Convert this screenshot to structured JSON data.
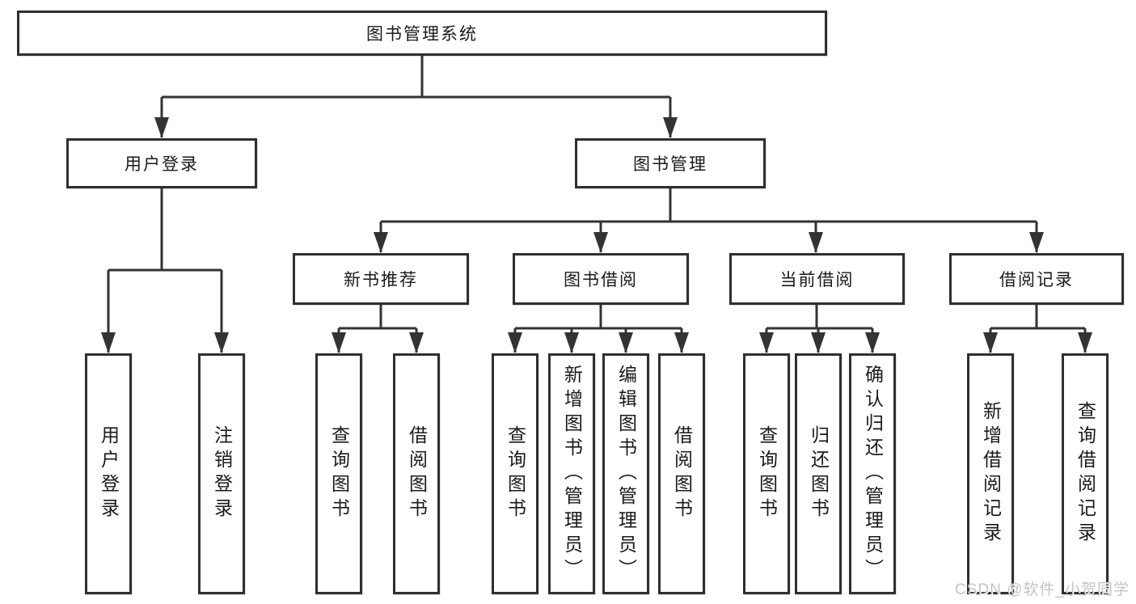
{
  "root": {
    "label": "图书管理系统"
  },
  "level2": {
    "user_login": {
      "label": "用户登录"
    },
    "book_management": {
      "label": "图书管理"
    }
  },
  "level3": {
    "new_book_recommend": {
      "label": "新书推荐"
    },
    "book_borrowing": {
      "label": "图书借阅"
    },
    "current_borrowing": {
      "label": "当前借阅"
    },
    "borrowing_records": {
      "label": "借阅记录"
    }
  },
  "leaves": {
    "user_login": "用户登录",
    "logout": "注销登录",
    "recommend_query_books": "查询图书",
    "recommend_borrow_books": "借阅图书",
    "borrowing_query_books": "查询图书",
    "borrowing_add_books_admin": "新增图书（管理员）",
    "borrowing_edit_books_admin": "编辑图书（管理员）",
    "borrowing_borrow_books": "借阅图书",
    "current_query_books": "查询图书",
    "current_return_books": "归还图书",
    "current_confirm_return_admin": "确认归还（管理员）",
    "records_add_record": "新增借阅记录",
    "records_query_record": "查询借阅记录"
  },
  "watermark": {
    "text": "CSDN @软件_小贺同学"
  },
  "colors": {
    "line": "#333333",
    "box_border": "#2f2f2f",
    "text": "#1a1a1a",
    "box_background": "#ffffff",
    "watermark": "#c4c4c4",
    "page_background": "#ffffff"
  }
}
